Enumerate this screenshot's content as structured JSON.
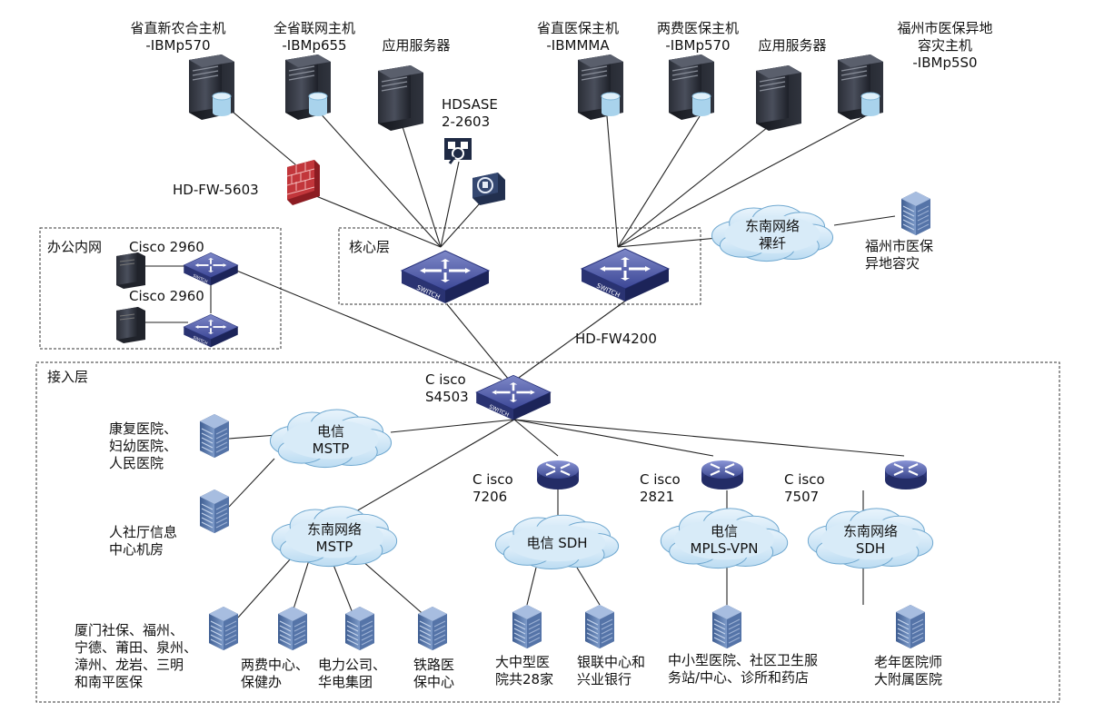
{
  "zones": {
    "office": "办公内网",
    "core": "核心层",
    "access": "接入层"
  },
  "servers": [
    {
      "lines": [
        "省直新农合主机",
        "-IBMp570"
      ]
    },
    {
      "lines": [
        "全省联网主机",
        "-IBMp655"
      ]
    },
    {
      "lines": [
        "应用服务器"
      ]
    },
    {
      "lines": [
        "省直医保主机",
        "-IBMMMA"
      ]
    },
    {
      "lines": [
        "两费医保主机",
        "-IBMp570"
      ]
    },
    {
      "lines": [
        "应用服务器"
      ]
    },
    {
      "lines": [
        "福州市医保异地",
        "容灾主机",
        "-IBMp5S0"
      ]
    }
  ],
  "hdsase": [
    "HDSASE",
    "2-2603"
  ],
  "firewall_left": "HD-FW-5603",
  "firewall_core": "HD-FW4200",
  "office_switches": [
    "Cisco 2960",
    "Cisco 2960"
  ],
  "access_switch": [
    "C isco",
    "S4503"
  ],
  "routers": [
    [
      "C isco",
      "7206"
    ],
    [
      "C isco",
      "2821"
    ],
    [
      "C isco",
      "7507"
    ]
  ],
  "clouds": {
    "southeast_fiber": [
      "东南网络",
      "裸纤"
    ],
    "telecom_mstp": [
      "电信",
      "MSTP"
    ],
    "southeast_mstp": [
      "东南网络",
      "MSTP"
    ],
    "telecom_sdh": [
      "电信 SDH"
    ],
    "telecom_mpls": [
      "电信",
      "MPLS-VPN"
    ],
    "southeast_sdh": [
      "东南网络",
      "SDH"
    ]
  },
  "sites": {
    "fuzhou_dr": [
      "福州市医保",
      "异地容灾"
    ],
    "hospitals_a": [
      "康复医院、",
      "妇幼医院、",
      "人民医院"
    ],
    "hrss_center": [
      "人社厅信息",
      "中心机房"
    ],
    "cities": [
      "厦门社保、福州、",
      "宁德、莆田、泉州、",
      "漳州、龙岩、三明",
      "和南平医保"
    ],
    "fee_center": [
      "两费中心、",
      "保健办"
    ],
    "power": [
      "电力公司、",
      "华电集团"
    ],
    "rail": [
      "铁路医",
      "保中心"
    ],
    "big_hosp": [
      "大中型医",
      "院共28家"
    ],
    "bank": [
      "银联中心和",
      "兴业银行"
    ],
    "small_hosp": [
      "中小型医院、社区卫生服",
      "务站/中心、诊所和药店"
    ],
    "elderly": [
      "老年医院师",
      "大附属医院"
    ]
  }
}
